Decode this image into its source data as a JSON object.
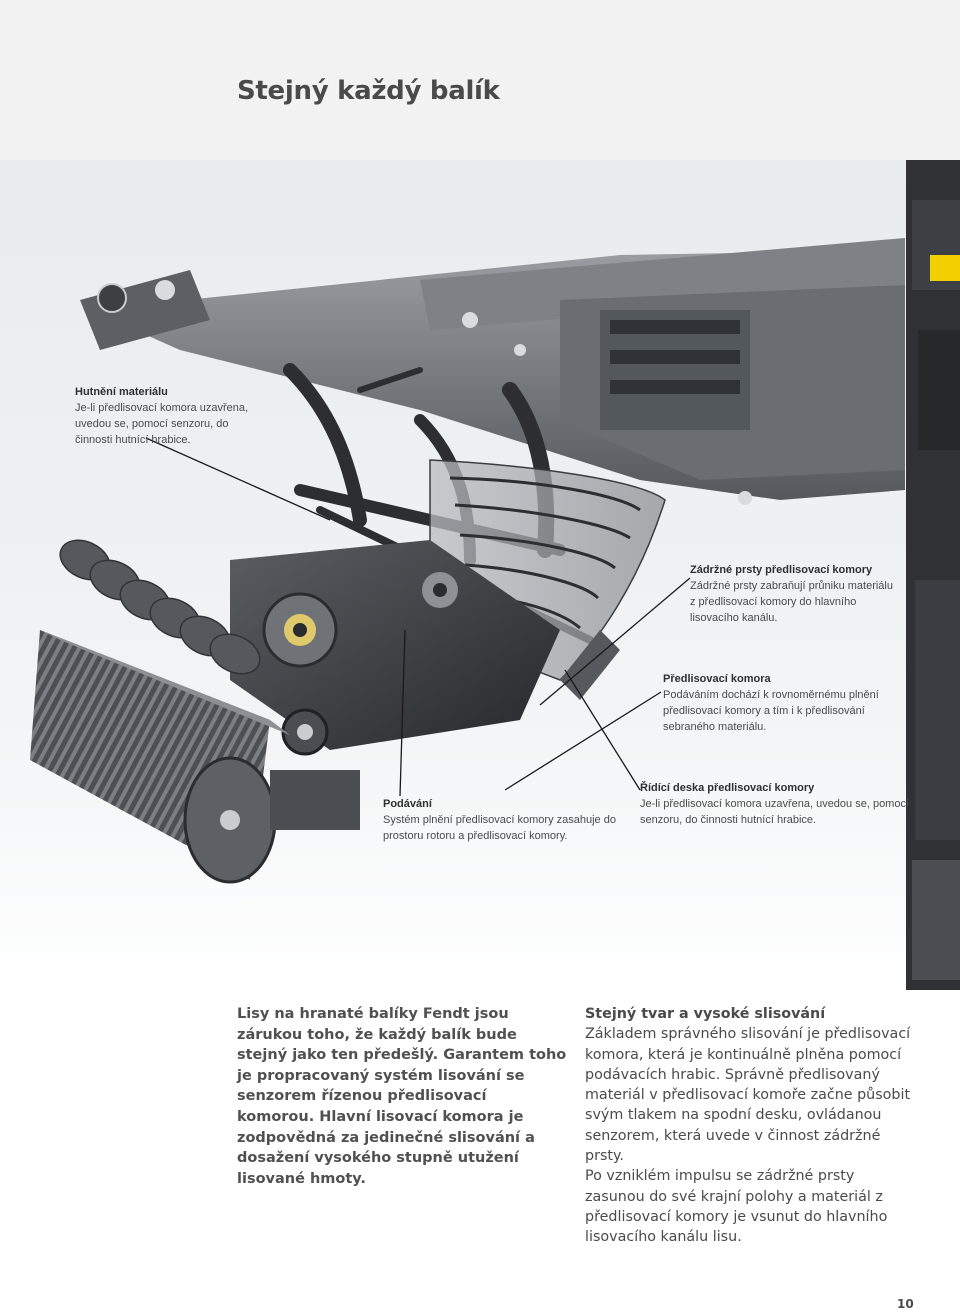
{
  "page": {
    "title": "Stejný každý balík",
    "page_number": "10"
  },
  "callouts": {
    "hutneni": {
      "title": "Hutnění materiálu",
      "body": "Je-li předlisovací komora uzavřena, uvedou se, pomocí senzoru, do činnosti hutnící hrabice."
    },
    "zadrzne": {
      "title": "Zádržné prsty předlisovací komory",
      "body": "Zádržné prsty zabraňují průniku materiálu z předlisovací komory do hlavního lisovacího kanálu."
    },
    "predlisovaci": {
      "title": "Předlisovací komora",
      "body": "Podáváním dochází k rovnoměrnému plnění předlisovací komory a tím i k předlisování sebraného materiálu."
    },
    "podavani": {
      "title": "Podávání",
      "body": "Systém plnění předlisovací komory zasahuje do prostoru rotoru a předlisovací komory."
    },
    "ridici": {
      "title": "Řídící deska předlisovací komory",
      "body": "Je-li předlisovací komora uzavřena, uvedou se, pomocí senzoru, do činnosti hutnící hrabice."
    }
  },
  "text": {
    "left_column": "Lisy na hranaté balíky Fendt jsou zárukou toho, že každý balík bude stejný jako ten předešlý. Garantem toho je propracovaný systém lisování se senzorem řízenou předlisovací komorou. Hlavní lisovací komora je zodpovědná za jedinečné slisování a dosažení vysokého stupně utužení lisované hmoty.",
    "right_title": "Stejný tvar a vysoké slisování",
    "right_para1": "Základem správného slisování je předlisovací komora, která je kontinuálně plněna pomocí podávacích hrabic. Správně předlisovaný materiál v předlisovací komoře začne působit svým tlakem na spodní desku, ovládanou senzorem, která uvede v činnost zádržné prsty.",
    "right_para2": "Po vzniklém impulsu se zádržné prsty zasunou do své krajní polohy a materiál z předlisovací komory je vsunut do hlavního lisovacího kanálu lisu."
  },
  "colors": {
    "metal_dark": "#3b3d40",
    "metal_mid": "#6f7377",
    "metal_light": "#a7abaf",
    "accent_yellow": "#f2d000",
    "leader_line": "#1a1a1a"
  }
}
